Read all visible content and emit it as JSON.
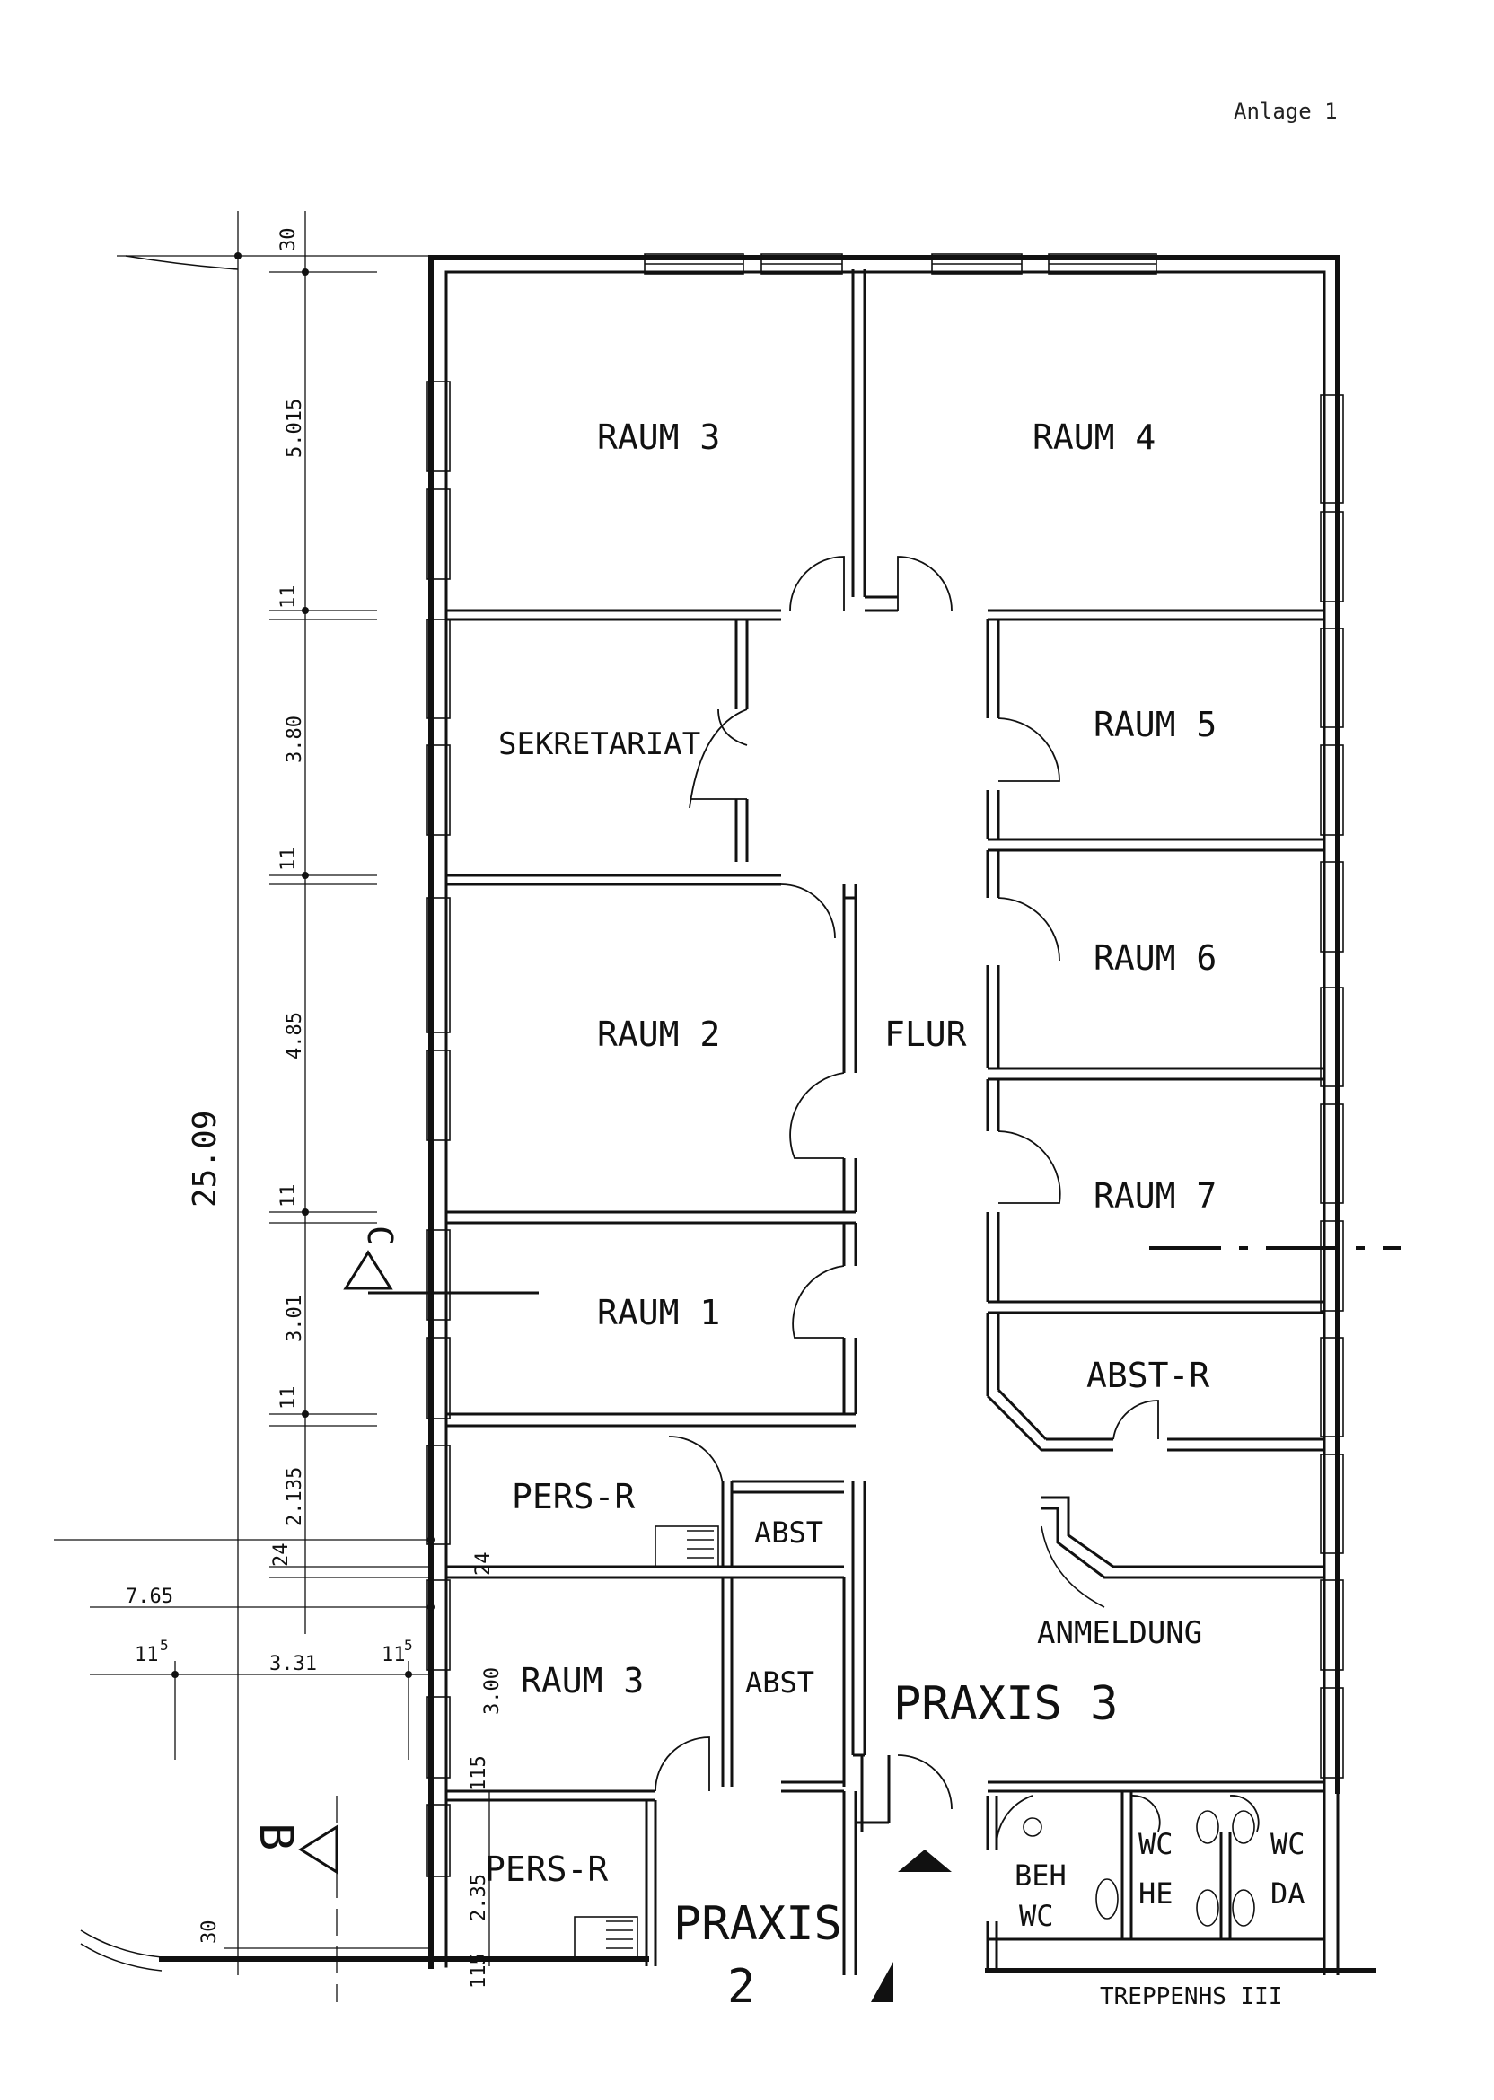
{
  "header": {
    "annex_label": "Anlage 1"
  },
  "rooms": {
    "raum3_top": "RAUM 3",
    "raum4": "RAUM 4",
    "sekretariat": "SEKRETARIAT",
    "raum5": "RAUM 5",
    "raum6": "RAUM 6",
    "raum2": "RAUM 2",
    "flur": "FLUR",
    "raum7": "RAUM 7",
    "raum1": "RAUM 1",
    "abst_r": "ABST-R",
    "pers_r_upper": "PERS-R",
    "abst_upper": "ABST",
    "anmeldung": "ANMELDUNG",
    "raum3_lower": "RAUM 3",
    "abst_lower": "ABST",
    "praxis3": "PRAXIS 3",
    "pers_r_lower": "PERS-R",
    "praxis2_a": "PRAXIS",
    "praxis2_b": "2",
    "beh": "BEH",
    "beh_wc": "WC",
    "wc_he_a": "WC",
    "wc_he_b": "HE",
    "wc_da_a": "WC",
    "wc_da_b": "DA",
    "treppenhaus": "TREPPENHS III"
  },
  "dimensions": {
    "total": "25.09",
    "d30_top": "30",
    "d5015": "5.015",
    "d115_a": "11",
    "d380": "3.80",
    "d115_b": "11",
    "d485": "4.85",
    "d115_c": "11",
    "d301": "3.01",
    "d115_d": "11",
    "d2135": "2.135",
    "d24_a": "24",
    "d24_b": "24",
    "d765": "7.65",
    "d115_left": "11",
    "d331": "3.31",
    "d115_right": "11",
    "d300": "3.00",
    "d115_e": "115",
    "d235": "2.35",
    "d115_f": "115",
    "d30_bottom": "30",
    "sup5": "5"
  },
  "section_marks": {
    "c": "C",
    "b": "B"
  }
}
